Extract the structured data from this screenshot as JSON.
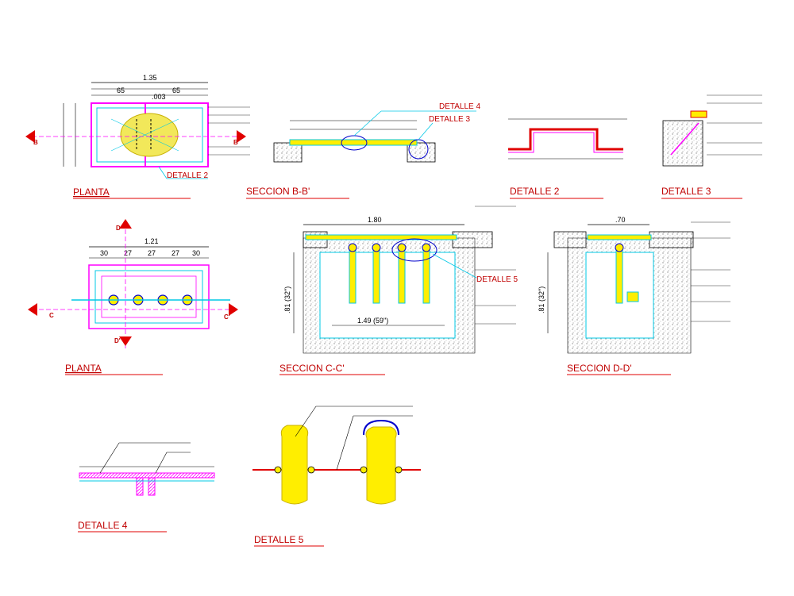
{
  "plan_1": {
    "title": "PLANTA",
    "dim_top": "1.35",
    "dim_left": "65",
    "dim_right": "65",
    "dim_003": ".003",
    "sec_b_left": "B",
    "sec_b_right": "B'",
    "callout": "DETALLE 2"
  },
  "section_bb": {
    "title": "SECCION  B-B'",
    "callout_4": "DETALLE 4",
    "callout_3": "DETALLE 3"
  },
  "detail_2": {
    "title": "DETALLE  2"
  },
  "detail_3": {
    "title": "DETALLE  3"
  },
  "plan_2": {
    "title": "PLANTA",
    "dim_top": "1.21",
    "dims": [
      "30",
      "27",
      "27",
      "27",
      "30"
    ],
    "sec_c_left": "C",
    "sec_c_right": "C'",
    "sec_d_top": "D",
    "sec_d_bottom": "D'"
  },
  "section_cc": {
    "title": "SECCION  C-C'",
    "dim_top": "1.80",
    "dim_bottom": "1.49  (59\")",
    "dim_left": ".81  (32\")",
    "callout_5": "DETALLE 5"
  },
  "section_dd": {
    "title": "SECCION  D-D'",
    "dim_top": ".70",
    "dim_left": ".81  (32\")"
  },
  "detail_4": {
    "title": "DETALLE  4"
  },
  "detail_5": {
    "title": "DETALLE  5"
  },
  "colors": {
    "magenta": "#ff00ff",
    "cyan": "#00c8e6",
    "yellow": "#ffee00",
    "red": "#e00000",
    "blue": "#0000cc"
  }
}
